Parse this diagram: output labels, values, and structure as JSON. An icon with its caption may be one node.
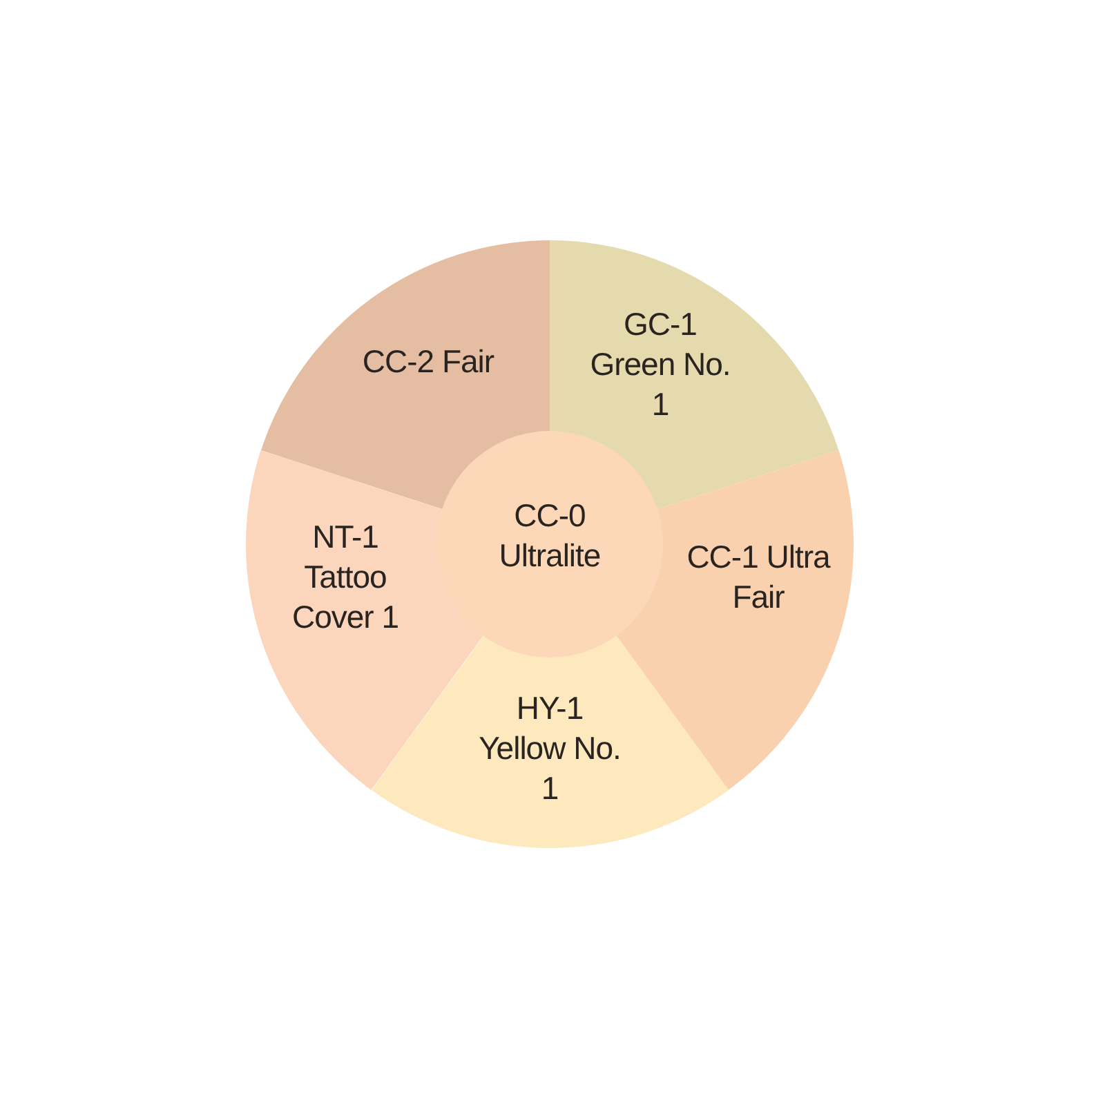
{
  "diagram": {
    "nodes": [
      {
        "text": [
          "CC-2 Fair"
        ]
      },
      {
        "text": [
          "GC-1 Green No. 1"
        ]
      },
      {
        "text": [
          "CC-0 Ultralite"
        ]
      },
      {
        "text": [
          "NT-1 Tattoo Cover 1"
        ]
      },
      {
        "text": [
          "CC-1 Ultra Fair"
        ]
      },
      {
        "text": [
          "HY-1 Yellow No. 1"
        ]
      }
    ]
  }
}
